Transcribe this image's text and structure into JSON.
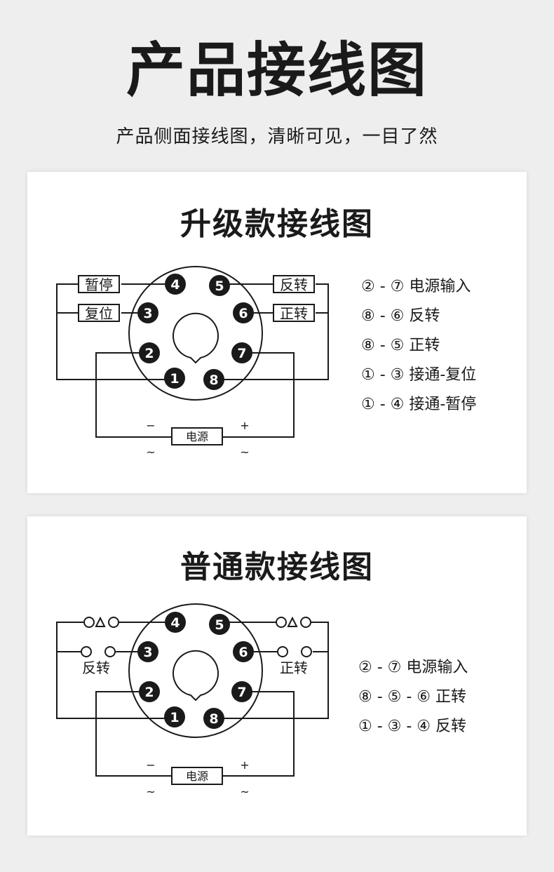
{
  "header": {
    "title": "产品接线图",
    "subtitle": "产品侧面接线图，清晰可见，一目了然"
  },
  "upgraded": {
    "title": "升级款接线图",
    "pins": [
      "1",
      "2",
      "3",
      "4",
      "5",
      "6",
      "7",
      "8"
    ],
    "labels": {
      "pause": "暂停",
      "reset": "复位",
      "reverse": "反转",
      "forward": "正转"
    },
    "power": {
      "label": "电源",
      "minus": "−",
      "plus": "+",
      "ac_left": "~",
      "ac_right": "~"
    },
    "legend": [
      "② - ⑦ 电源输入",
      "⑧ - ⑥ 反转",
      "⑧ - ⑤ 正转",
      "① - ③ 接通-复位",
      "① - ④ 接通-暂停"
    ]
  },
  "standard": {
    "title": "普通款接线图",
    "pins": [
      "1",
      "2",
      "3",
      "4",
      "5",
      "6",
      "7",
      "8"
    ],
    "labels": {
      "reverse": "反转",
      "forward": "正转"
    },
    "power": {
      "label": "电源",
      "minus": "−",
      "plus": "+",
      "ac_left": "~",
      "ac_right": "~"
    },
    "legend": [
      "② - ⑦ 电源输入",
      "⑧ - ⑤ - ⑥ 正转",
      "① - ③ - ④ 反转"
    ]
  }
}
